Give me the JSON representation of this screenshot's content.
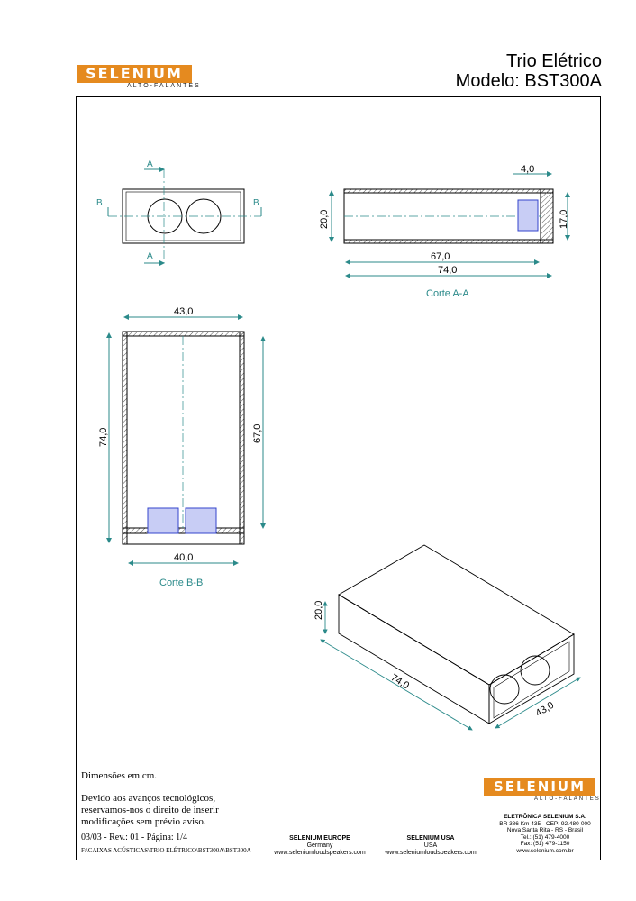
{
  "brand": {
    "logo_text": "SELENIUM",
    "logo_subtext": "ALTO-FALANTES"
  },
  "title": {
    "line1": "Trio Elétrico",
    "line2": "Modelo: BST300A"
  },
  "drawing": {
    "front_view": {
      "section_mark": "A",
      "side_mark": "B"
    },
    "section_aa": {
      "caption": "Corte A-A",
      "dim_height": "20,0",
      "dim_inner_height": "17,0",
      "dim_wall": "4,0",
      "dim_inner_length": "67,0",
      "dim_length": "74,0"
    },
    "section_bb": {
      "caption": "Corte B-B",
      "dim_width": "43,0",
      "dim_inner_width": "40,0",
      "dim_length": "74,0",
      "dim_inner_length": "67,0"
    },
    "iso_view": {
      "dim_height": "20,0",
      "dim_length": "74,0",
      "dim_width": "43,0"
    }
  },
  "notes": {
    "units": "Dimensões em cm.",
    "disclaimer_1": "Devido aos avanços tecnológicos,",
    "disclaimer_2": "reservamos-nos o direito de inserir",
    "disclaimer_3": "modificações sem prévio aviso.",
    "revision": "03/03 - Rev.: 01 - Página: 1/4",
    "file_path": "F:\\CAIXAS ACÚSTICAS\\TRIO ELÉTRICO\\BST300A\\BST300A"
  },
  "footer": {
    "europe": {
      "name": "SELENIUM EUROPE",
      "country": "Germany",
      "site": "www.seleniumloudspeakers.com"
    },
    "usa": {
      "name": "SELENIUM USA",
      "country": "USA",
      "site": "www.seleniumloudspeakers.com"
    },
    "brazil": {
      "name": "ELETRÔNICA SELENIUM S.A.",
      "address": "BR 386 Km 435 - CEP: 92.480-000",
      "city": "Nova Santa Rita - RS - Brasil",
      "tel": "Tel.: (51) 479-4000",
      "fax": "Fax: (51) 479-1150",
      "site": "www.selenium.com.br"
    }
  },
  "colors": {
    "brand_orange": "#e58a1f",
    "dimension_teal": "#2b8a8a",
    "driver_blue": "#3344cc"
  }
}
